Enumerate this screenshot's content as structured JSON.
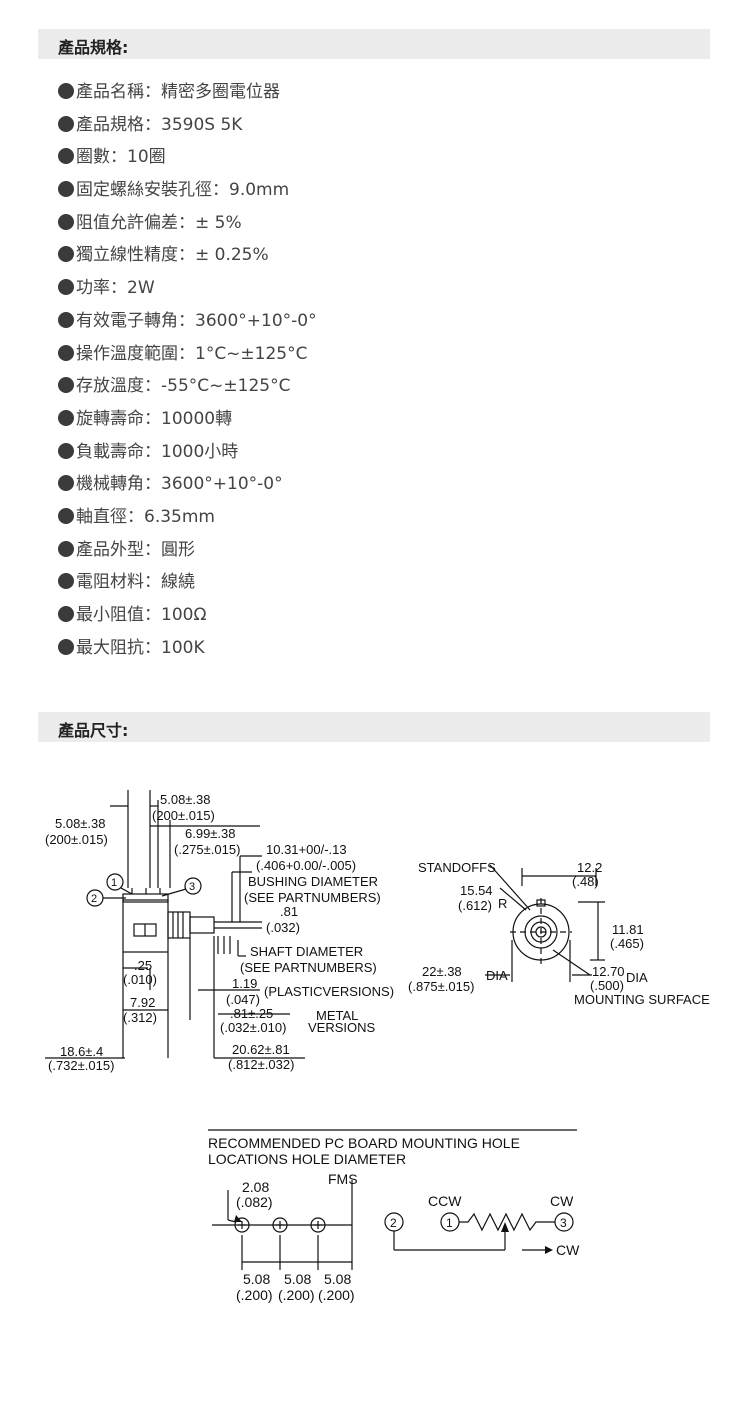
{
  "specs_section": {
    "title": "產品規格:",
    "items": [
      {
        "label": "產品名稱",
        "value": "精密多圈電位器"
      },
      {
        "label": "產品規格",
        "value": "3590S 5K"
      },
      {
        "label": "圈數",
        "value": "10圈"
      },
      {
        "label": "固定螺絲安裝孔徑",
        "value": "9.0mm"
      },
      {
        "label": "阻值允許偏差",
        "value": "± 5%"
      },
      {
        "label": "獨立線性精度",
        "value": "± 0.25%"
      },
      {
        "label": "功率",
        "value": "2W"
      },
      {
        "label": "有效電子轉角",
        "value": "3600°+10°-0°"
      },
      {
        "label": "操作溫度範圍",
        "value": "1°C~±125°C"
      },
      {
        "label": "存放溫度",
        "value": "-55°C~±125°C"
      },
      {
        "label": "旋轉壽命",
        "value": "10000轉"
      },
      {
        "label": "負載壽命",
        "value": "1000小時"
      },
      {
        "label": "機械轉角",
        "value": "3600°+10°-0°"
      },
      {
        "label": "軸直徑",
        "value": "6.35mm"
      },
      {
        "label": "產品外型",
        "value": "圓形"
      },
      {
        "label": "電阻材料",
        "value": "線繞"
      },
      {
        "label": "最小阻值",
        "value": "100Ω"
      },
      {
        "label": "最大阻抗",
        "value": "100K"
      }
    ],
    "separator": "："
  },
  "dimensions_section": {
    "title": "產品尺寸:"
  },
  "drawing": {
    "side_view": {
      "dim_508_top": "5.08±.38",
      "dim_508_top_in": "(200±.015)",
      "dim_508_left": "5.08±.38",
      "dim_508_left_in": "(200±.015)",
      "dim_699": "6.99±.38",
      "dim_699_in": "(.275±.015)",
      "dim_1031": "10.31+00/-.13",
      "dim_1031_in": "(.406+0.00/-.005)",
      "bushing": "BUSHING DIAMETER",
      "see_part_1": "(SEE PARTNUMBERS)",
      "dim_81": ".81",
      "dim_81_in": "(.032)",
      "shaft": "SHAFT DIAMETER",
      "see_part_2": "(SEE PARTNUMBERS)",
      "dim_25": ".25",
      "dim_25_in": "(.010)",
      "dim_119": "1.19",
      "dim_119_in": "(.047)",
      "plastic": "(PLASTICVERSIONS)",
      "dim_792": "7.92",
      "dim_792_in": "(.312)",
      "dim_81_25": ".81±.25",
      "dim_81_25_in": "(.032±.010)",
      "metal_1": "METAL",
      "metal_2": "VERSIONS",
      "dim_186": "18.6±.4",
      "dim_186_in": "(.732±.015)",
      "dim_2062": "20.62±.81",
      "dim_2062_in": "(.812±.032)",
      "pin1": "1",
      "pin2": "2",
      "pin3": "3"
    },
    "front_view": {
      "standoffs": "STANDOFFS",
      "dim_1554": "15.54",
      "dim_1554_in": "(.612)",
      "r_label": "R",
      "dim_122": "12.2",
      "dim_122_in": "(.48)",
      "dim_1181": "11.81",
      "dim_1181_in": "(.465)",
      "dim_22": "22±.38",
      "dim_22_in": "(.875±.015)",
      "dia_1": "DIA",
      "dim_1270": "12.70",
      "dim_1270_in": "(.500)",
      "dia_2": "DIA",
      "mounting": "MOUNTING SURFACE"
    },
    "pcb": {
      "title_1": "RECOMMENDED PC BOARD MOUNTING HOLE",
      "title_2": "LOCATIONS HOLE DIAMETER",
      "fms": "FMS",
      "dim_208": "2.08",
      "dim_208_in": "(.082)",
      "pitch_1": "5.08",
      "pitch_2": "5.08",
      "pitch_3": "5.08",
      "pitch_1_in": "(.200)",
      "pitch_2_in": "(.200)",
      "pitch_3_in": "(.200)",
      "ccw": "CCW",
      "cw_top": "CW",
      "cw_arrow": "CW",
      "sch_pin1": "1",
      "sch_pin2": "2",
      "sch_pin3": "3"
    }
  }
}
